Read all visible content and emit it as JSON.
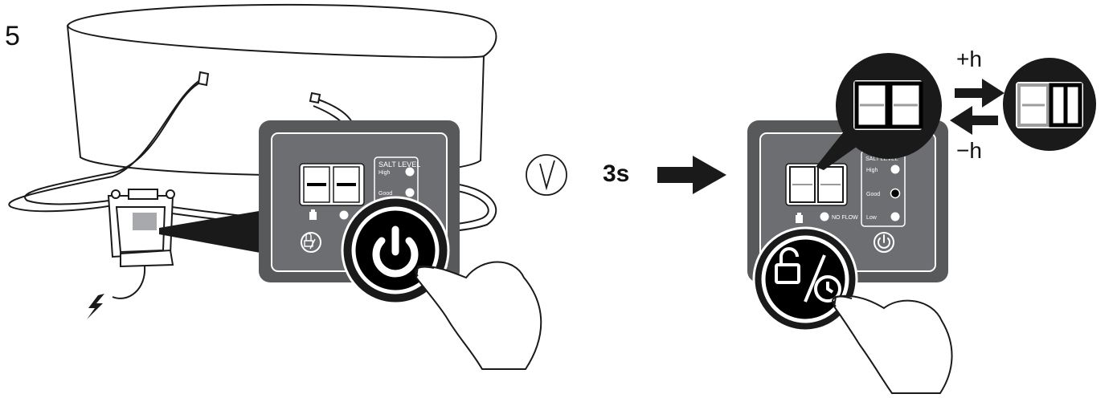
{
  "step": {
    "number": "5"
  },
  "timer": {
    "duration": "3s"
  },
  "adjust": {
    "plus": "+h",
    "minus": "−h"
  },
  "panel_left": {
    "salt_level_title": "SALT LEVEL",
    "levels": [
      "High",
      "Good"
    ]
  },
  "panel_right": {
    "salt_level_title": "SALT LEVEL",
    "levels": [
      "High",
      "Good",
      "Low"
    ],
    "no_flow": "NO FLOW"
  },
  "colors": {
    "panel": "#58595b",
    "panel_inner": "#6d6e71",
    "line": "#1a1a1a",
    "display_frame": "#000000"
  },
  "icons": [
    "power-icon",
    "lock-timer-icon",
    "lightning-icon",
    "salt-icon",
    "check-mark-icon",
    "arrow-right-icon",
    "arrow-left-icon",
    "hand-pointer-icon"
  ]
}
